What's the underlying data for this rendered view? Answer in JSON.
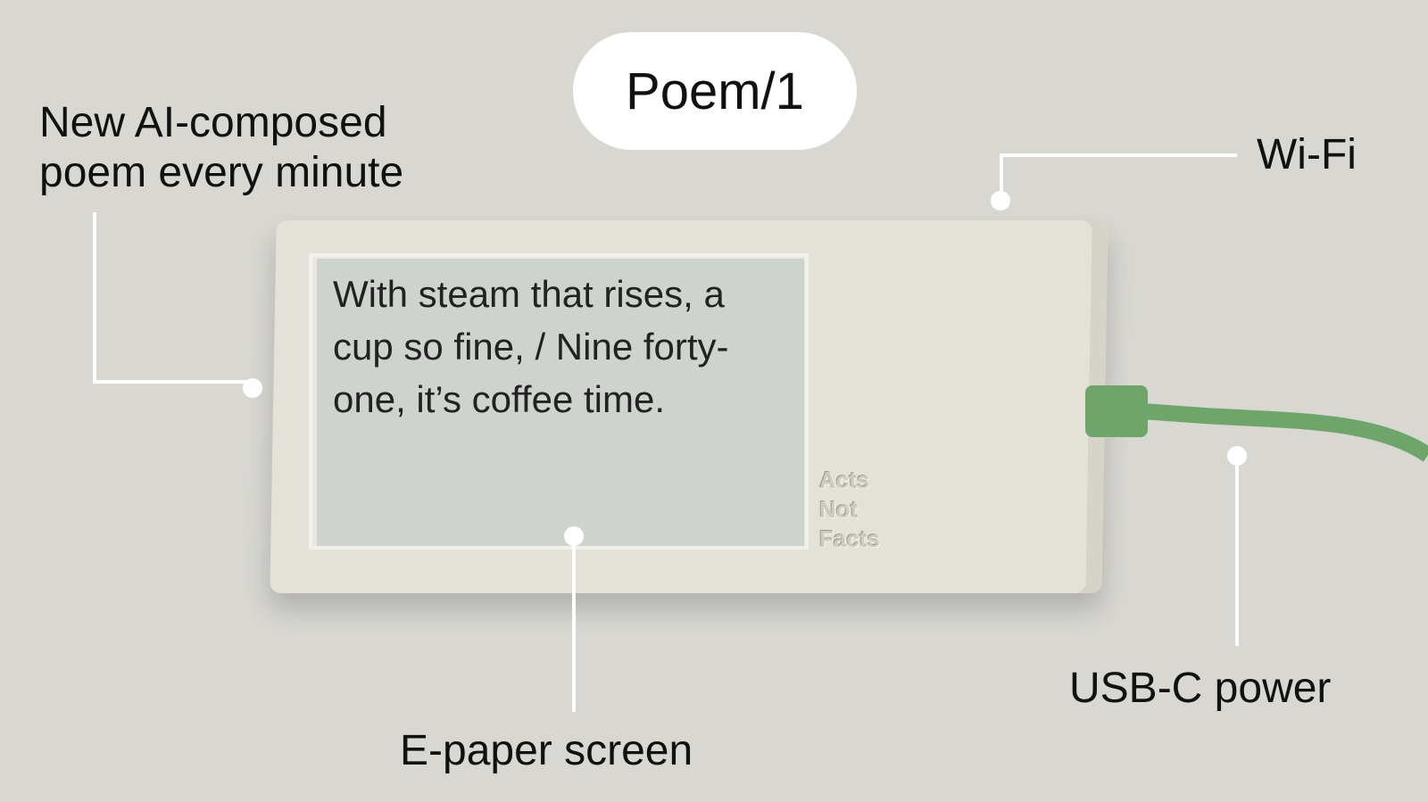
{
  "title": "Poem/1",
  "callouts": {
    "poem_feature": "New AI-composed poem every minute",
    "wifi": "Wi-Fi",
    "usb": "USB-C power",
    "screen": "E-paper screen"
  },
  "device": {
    "poem_text": "With steam that rises, a cup so fine, / Nine forty-one, it’s coffee time.",
    "brand_lines": [
      "Acts",
      "Not",
      "Facts"
    ]
  },
  "colors": {
    "background": "#d8d7d2",
    "cable": "#6ea56b"
  }
}
